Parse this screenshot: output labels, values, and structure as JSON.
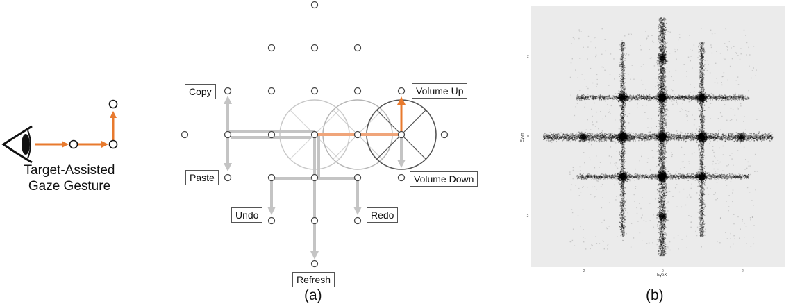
{
  "left_panel": {
    "caption_line1": "Target-Assisted",
    "caption_line2": "Gaze Gesture",
    "icons": [
      "eye-icon"
    ]
  },
  "panel_a": {
    "label": "(a)",
    "commands": {
      "copy": "Copy",
      "paste": "Paste",
      "undo": "Undo",
      "redo": "Redo",
      "refresh": "Refresh",
      "volume_up": "Volume Up",
      "volume_down": "Volume Down"
    }
  },
  "panel_b": {
    "label": "(b)",
    "xlabel": "EyeX",
    "ylabel": "EyeY",
    "x_ticks": [
      "-2",
      "0",
      "2"
    ],
    "y_ticks": [
      "2",
      "0",
      "-2"
    ]
  },
  "colors": {
    "accent_orange": "#e87a2e",
    "gray_path": "#c4c4c4",
    "scatter_bg": "#ebebeb"
  }
}
